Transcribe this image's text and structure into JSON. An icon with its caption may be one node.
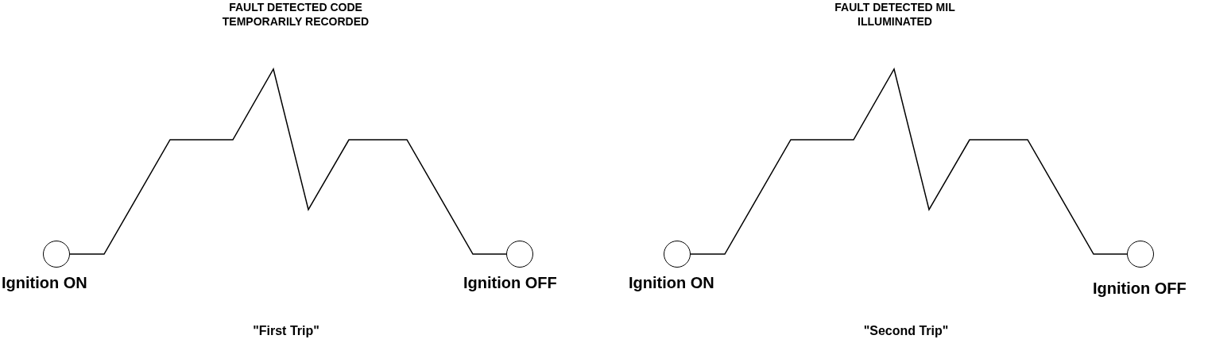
{
  "diagram": {
    "nodes": [
      {
        "text": [],
        "shape": "circle",
        "beside": [
          "Ignition ON"
        ]
      },
      {
        "text": [],
        "shape": "circle",
        "beside": [
          "Ignition OFF"
        ]
      },
      {
        "text": [],
        "shape": "circle",
        "beside": [
          "Ignition ON"
        ]
      },
      {
        "text": [],
        "shape": "circle",
        "beside": [
          "Ignition OFF"
        ]
      }
    ],
    "edges": [
      {
        "from": 0,
        "to": 1,
        "arrow": "none"
      },
      {
        "from": 2,
        "to": 3,
        "arrow": "none"
      }
    ],
    "labels": [
      "FAULT DETECTED CODE TEMPORARILY RECORDED",
      "FAULT DETECTED MIL ILLUMINATED",
      "\"First Trip\"",
      "\"Second Trip\""
    ]
  }
}
